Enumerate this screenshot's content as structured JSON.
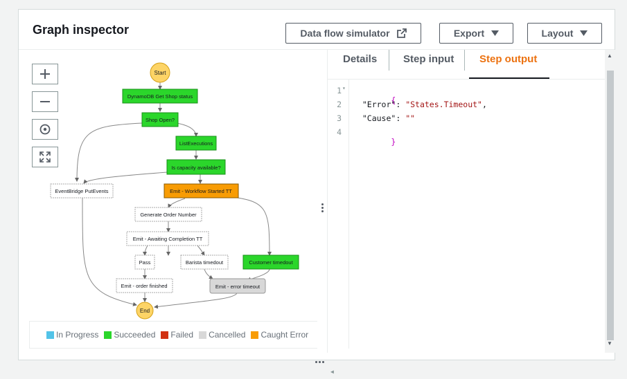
{
  "header": {
    "title": "Graph inspector",
    "simulator_label": "Data flow simulator",
    "export_label": "Export",
    "layout_label": "Layout"
  },
  "graph": {
    "nodes": {
      "start": "Start",
      "dynamo": "DynamoDB Get Shop status",
      "shop_open": "Shop Open?",
      "list_exec": "ListExecutions",
      "capacity": "Is capacity available?",
      "eventbridge": "EventBridge PutEvents",
      "emit_started": "Emit - Workflow Started TT",
      "gen_order": "Generate Order Number",
      "awaiting": "Emit - Awaiting Completion TT",
      "pass": "Pass",
      "barista": "Barista timedout",
      "customer": "Customer timedout",
      "order_finished": "Emit - order finished",
      "error_timeout": "Emit - error timeout",
      "end": "End"
    },
    "colors": {
      "succeeded": "#2bd62b",
      "caught_error": "#f89c04",
      "cancelled": "#d8d8d8",
      "start_end": "#fdd466"
    }
  },
  "legend": {
    "items": [
      {
        "label": "In Progress",
        "color": "#52c3e8"
      },
      {
        "label": "Succeeded",
        "color": "#2bd62b"
      },
      {
        "label": "Failed",
        "color": "#d13212"
      },
      {
        "label": "Cancelled",
        "color": "#d8d8d8"
      },
      {
        "label": "Caught Error",
        "color": "#f89c04"
      }
    ]
  },
  "tabs": {
    "details": "Details",
    "step_input": "Step input",
    "step_output": "Step output",
    "active": "Step output"
  },
  "editor": {
    "line_numbers": [
      "1",
      "2",
      "3",
      "4"
    ],
    "lines": {
      "l1": "{",
      "key1": "\"Error\"",
      "val1": "\"States.Timeout\"",
      "key2": "\"Cause\"",
      "val2": "\"\"",
      "l4": "}"
    }
  }
}
